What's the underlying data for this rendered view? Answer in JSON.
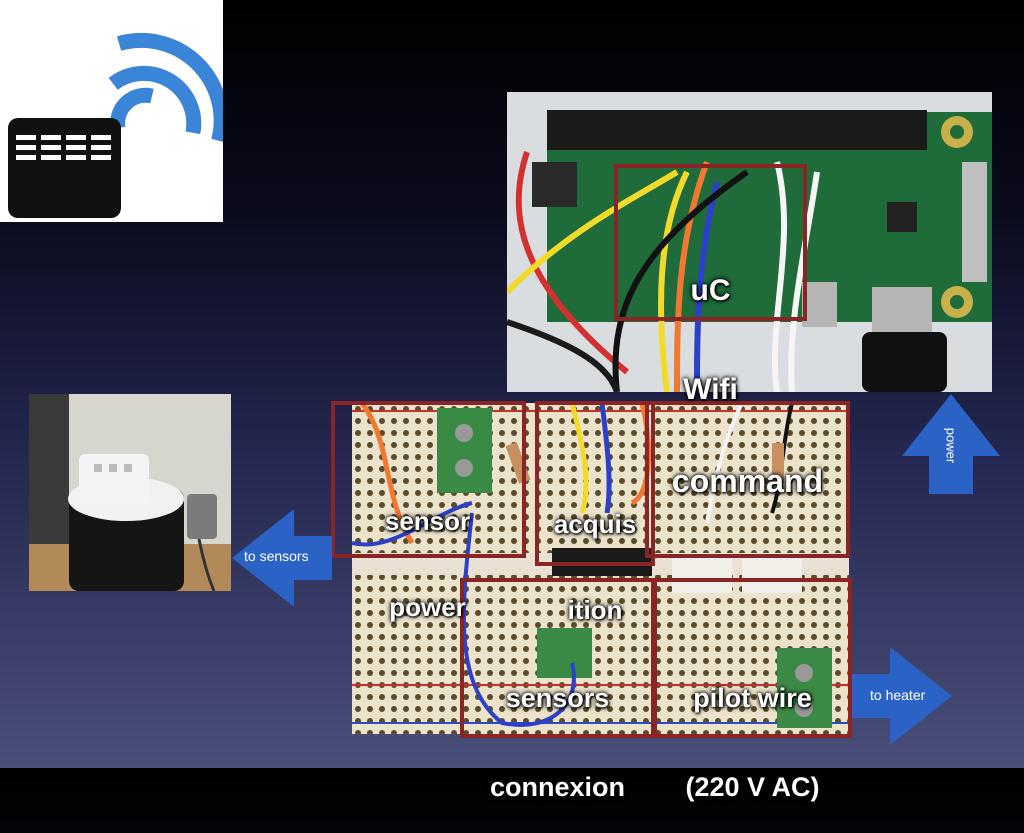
{
  "labels": {
    "uc": "uC",
    "wifi": "Wifi",
    "sensor_power_1": "sensor",
    "sensor_power_2": "power",
    "acquisition_1": "acquis",
    "acquisition_2": "ition",
    "command": "command",
    "sensors_connexion_1": "sensors",
    "sensors_connexion_2": "connexion",
    "pilot_wire_1": "pilot wire",
    "pilot_wire_2": "(220 V AC)"
  },
  "arrows": {
    "to_sensors": "to sensors",
    "to_heater": "to heater",
    "power": "power"
  },
  "colors": {
    "arrow_blue": "#2a62c6",
    "box_red": "#8b2525",
    "logo_blue": "#3a85d8",
    "logo_black": "#111111"
  }
}
